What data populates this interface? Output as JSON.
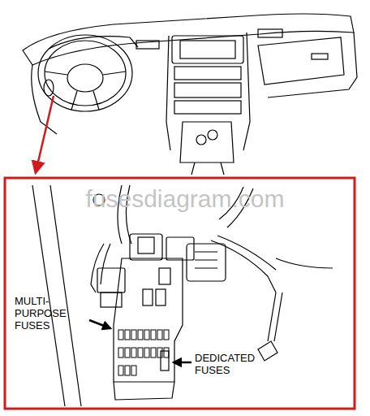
{
  "diagram": {
    "labels": [
      "fusesdiagram.com",
      "MULTI- PURPOSE FUSES",
      "DEDICATED FUSES"
    ]
  }
}
